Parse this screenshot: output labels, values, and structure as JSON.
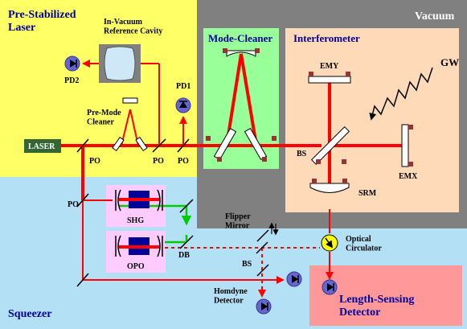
{
  "regions": {
    "laser_region": "Pre-Stabilized\nLaser",
    "vacuum": "Vacuum",
    "mode_cleaner": "Mode-Cleaner",
    "interferometer": "Interferometer",
    "squeezer": "Squeezer",
    "length_sensing": "Length-Sensing\nDetector"
  },
  "labels": {
    "in_vacuum": "In-Vacuum\nReference Cavity",
    "pd2": "PD2",
    "pd1": "PD1",
    "pre_mode_cleaner": "Pre-Mode\nCleaner",
    "laser": "LASER",
    "po1": "PO",
    "po2": "PO",
    "po3": "PO",
    "po4": "PO",
    "emy": "EMY",
    "emx": "EMX",
    "bs_ifo": "BS",
    "srm": "SRM",
    "gw": "GW",
    "shg": "SHG",
    "opo": "OPO",
    "db": "DB",
    "flipper": "Flipper\nMirror",
    "optical_circulator": "Optical\nCirculator",
    "bs_sq": "BS",
    "homodyne": "Homdyne\nDetector"
  },
  "colors": {
    "laser_bg": "#ffff66",
    "vacuum_bg": "#7f7f7f",
    "mode_cleaner_bg": "#99ff99",
    "interferometer_bg": "#ffdab9",
    "squeezer_bg": "#b3e0f5",
    "lsd_bg": "#ff9999",
    "shg_opo_bg": "#ffccff",
    "beam_red": "#ff0000",
    "beam_green": "#00cc00",
    "crystal": "#000099",
    "text_blue": "#000099",
    "laser_box": "#336633"
  },
  "icons": {
    "photodiode": "photodiode-icon",
    "circulator": "circulator-icon",
    "gw_wave": "wave-icon"
  }
}
